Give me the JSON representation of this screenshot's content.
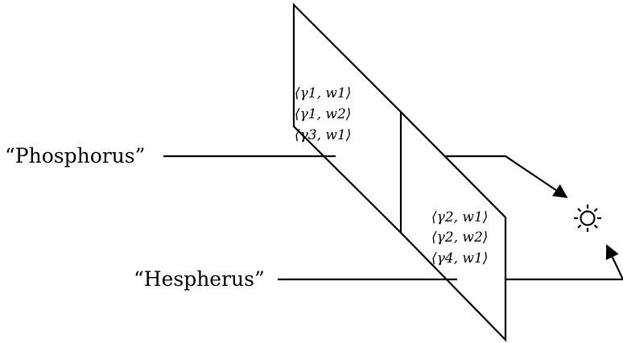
{
  "labels": {
    "phosphorus": "“Phosphorus”",
    "hesperus": "“Hespherus”"
  },
  "plane1_pairs": [
    "⟨γ1, w1⟩",
    "⟨γ1, w2⟩",
    "⟨γ3, w1⟩"
  ],
  "plane2_pairs": [
    "⟨γ2, w1⟩",
    "⟨γ2, w2⟩",
    "⟨γ4, w1⟩"
  ],
  "sun_icon": "sun-icon"
}
